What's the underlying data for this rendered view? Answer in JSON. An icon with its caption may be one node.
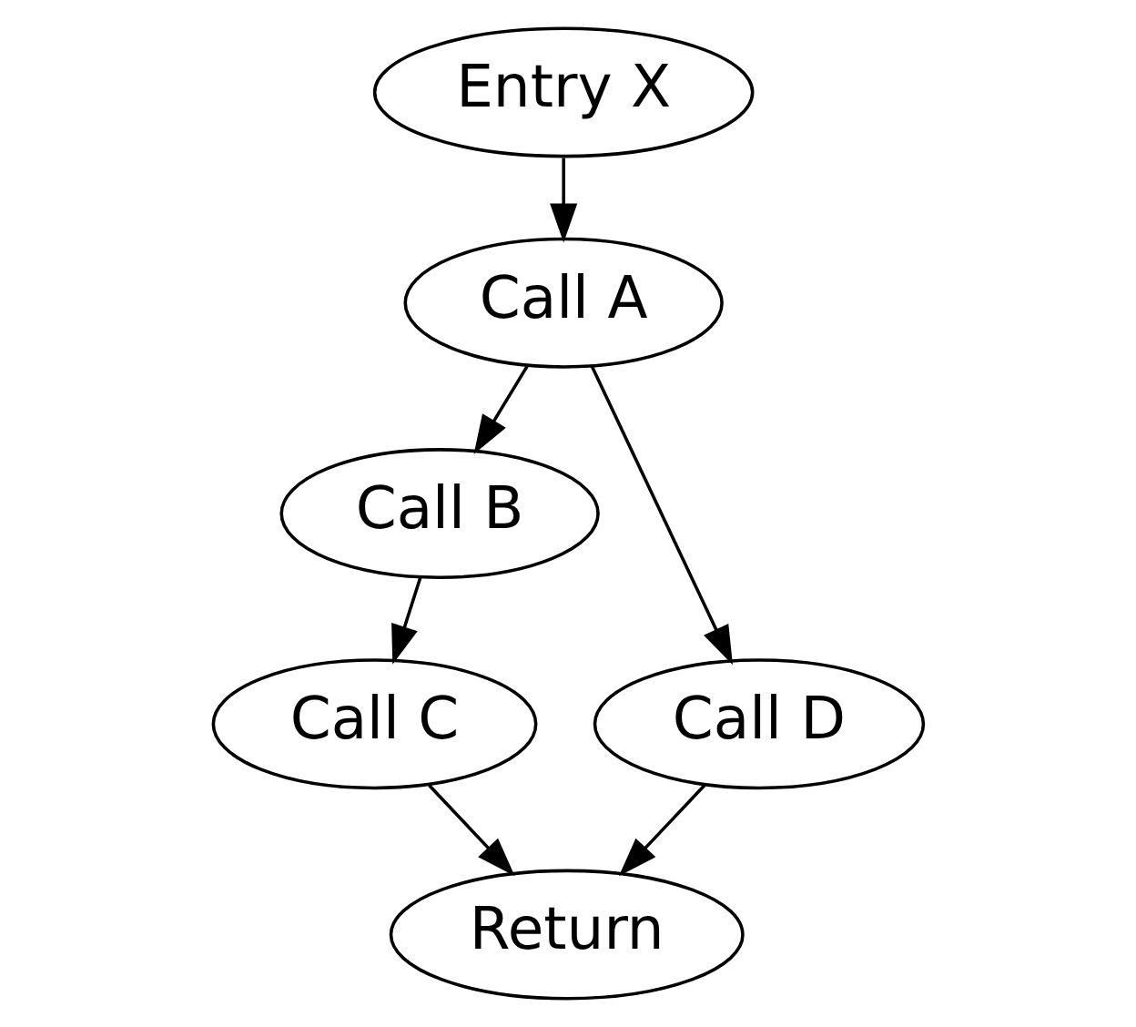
{
  "diagram": {
    "nodes": [
      {
        "text": [
          "Entry X"
        ]
      },
      {
        "text": [
          "Call A"
        ]
      },
      {
        "text": [
          "Call B"
        ]
      },
      {
        "text": [
          "Call C"
        ]
      },
      {
        "text": [
          "Call D"
        ]
      },
      {
        "text": [
          "Return"
        ]
      }
    ],
    "edges": [
      {
        "from": 0,
        "to": 1,
        "arrow": "to"
      },
      {
        "from": 1,
        "to": 2,
        "arrow": "to"
      },
      {
        "from": 1,
        "to": 4,
        "arrow": "to"
      },
      {
        "from": 2,
        "to": 3,
        "arrow": "to"
      },
      {
        "from": 4,
        "to": 5,
        "arrow": "to"
      },
      {
        "from": 3,
        "to": 5,
        "arrow": "to"
      }
    ]
  }
}
